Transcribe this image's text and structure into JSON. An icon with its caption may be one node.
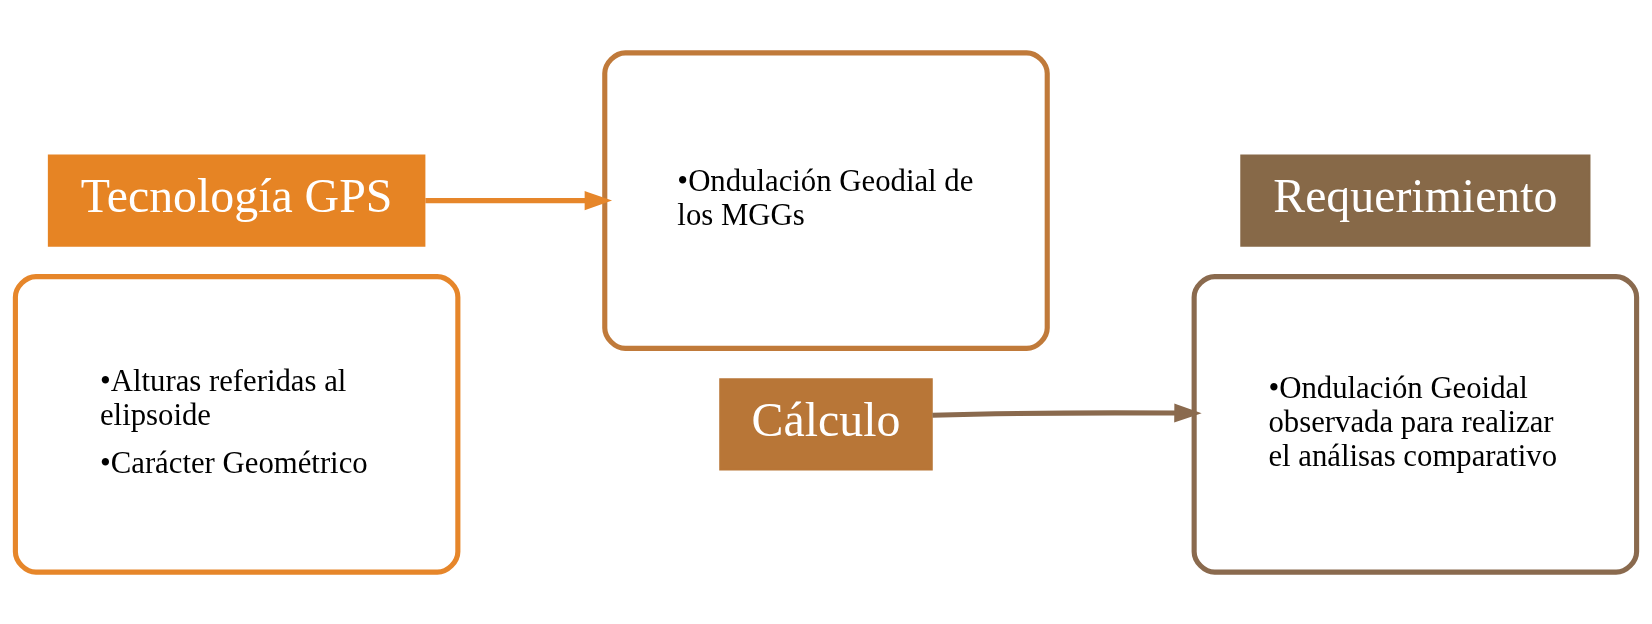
{
  "diagram": {
    "nodes": [
      {
        "text": [
          "•Alturas referidas al elipsoide",
          "•Carácter Geométrico"
        ]
      },
      {
        "text": [
          "Tecnología GPS"
        ]
      },
      {
        "text": [
          "Cálculo"
        ]
      },
      {
        "text": [
          "•Ondulación Geodial de los MGGs"
        ]
      },
      {
        "text": [
          "•Ondulación Geoidal observada para realizar el análisas comparativo"
        ]
      },
      {
        "text": [
          "Requerimiento"
        ]
      }
    ],
    "edges": [
      {
        "from": 1,
        "to": 3,
        "arrow": "to",
        "color": "#e6862a"
      },
      {
        "from": 2,
        "to": 4,
        "arrow": "to",
        "color": "#8a6a4e"
      }
    ]
  }
}
